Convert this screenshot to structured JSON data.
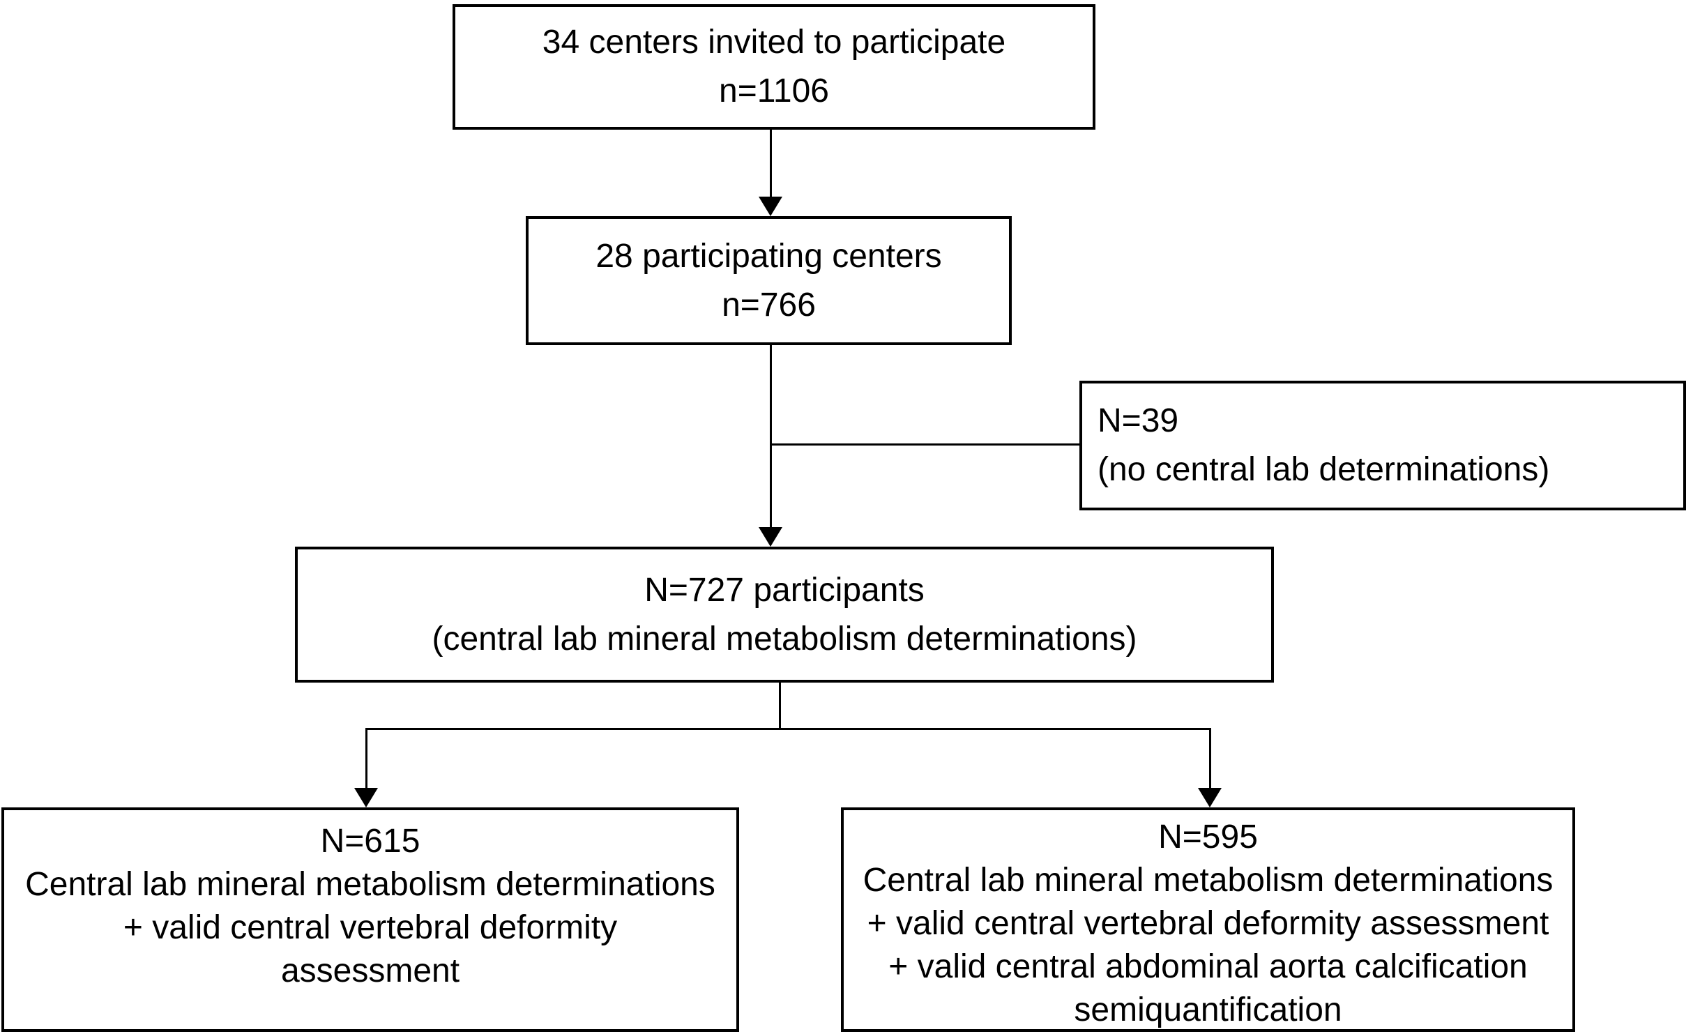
{
  "figure": {
    "type": "flow-diagram",
    "background_color": "#ffffff",
    "line_color": "#000000"
  },
  "boxes": {
    "invited": {
      "lines": [
        "34 centers invited to participate",
        "n=1106"
      ]
    },
    "participating": {
      "lines": [
        "28 participating centers",
        "n=766"
      ]
    },
    "no_central_lab": {
      "lines": [
        "N=39",
        "(no central lab determinations)"
      ]
    },
    "participants": {
      "lines": [
        "N=727 participants",
        "(central lab mineral metabolism determinations)"
      ]
    },
    "vertebral_assessment": {
      "lines": [
        "N=615",
        "Central lab mineral metabolism determinations",
        "+ valid central vertebral deformity",
        "assessment"
      ]
    },
    "aorta_semiquantification": {
      "lines": [
        "N=595",
        "Central lab mineral metabolism determinations",
        "+ valid central vertebral deformity assessment",
        "+ valid central abdominal aorta calcification",
        "semiquantification"
      ]
    }
  }
}
